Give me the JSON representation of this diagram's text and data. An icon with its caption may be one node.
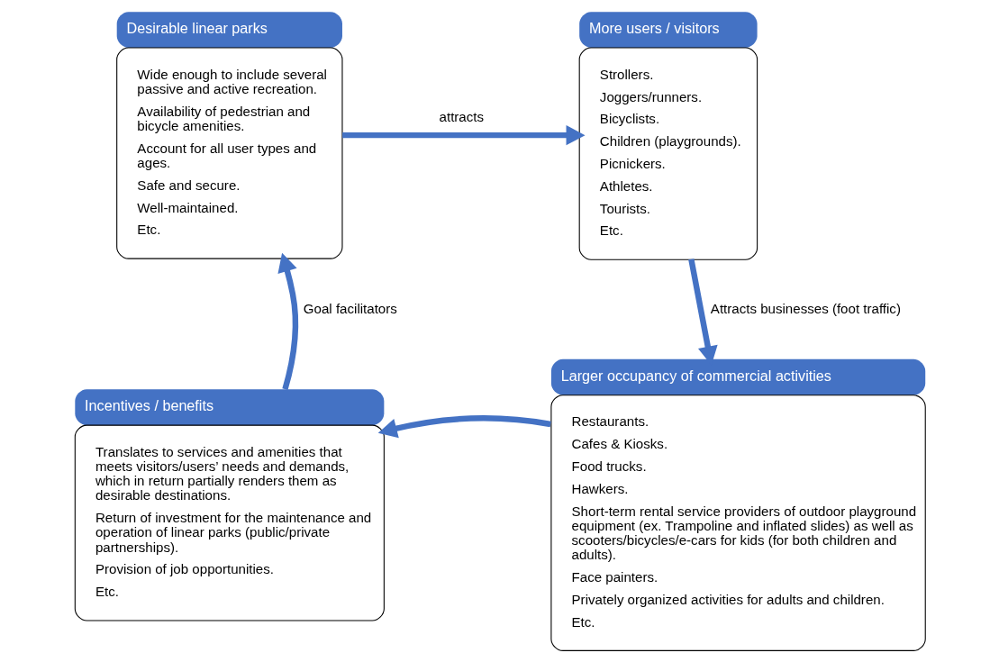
{
  "diagram": {
    "nodes": [
      {
        "text": [
          "Desirable linear parks",
          "Wide enough to include several passive and active recreation.",
          "Availability of pedestrian and bicycle amenities.",
          "Account for all user types and ages.",
          "Safe and secure.",
          "Well-maintained.",
          "Etc."
        ]
      },
      {
        "text": [
          "More users / visitors",
          "Strollers.",
          "Joggers/runners.",
          "Bicyclists.",
          "Children (playgrounds).",
          "Picnickers.",
          "Athletes.",
          "Tourists.",
          "Etc."
        ]
      },
      {
        "text": [
          "Larger occupancy of commercial activities",
          "Restaurants.",
          "Cafes & Kiosks.",
          "Food trucks.",
          "Hawkers.",
          "Short-term rental service providers of outdoor playground equipment (ex. Trampoline and inflated slides) as well as scooters/bicycles/e-cars for kids (for both children and adults).",
          "Face painters.",
          "Privately organized activities for adults and children.",
          "Etc."
        ]
      },
      {
        "text": [
          "Incentives / benefits",
          "Translates to services and amenities that meets visitors/users’ needs and demands, which in return partially renders them as desirable destinations.",
          "Return of investment for the maintenance and operation of linear parks (public/private partnerships).",
          "Provision of job opportunities.",
          "Etc."
        ]
      }
    ],
    "edges": [
      {
        "from": 0,
        "to": 1,
        "arrow": "to",
        "label": "attracts"
      },
      {
        "from": 1,
        "to": 2,
        "arrow": "to",
        "label": "Attracts businesses (foot traffic)"
      },
      {
        "from": 2,
        "to": 3,
        "arrow": "to"
      },
      {
        "from": 3,
        "to": 0,
        "arrow": "to",
        "label": "Goal facilitators"
      }
    ]
  }
}
